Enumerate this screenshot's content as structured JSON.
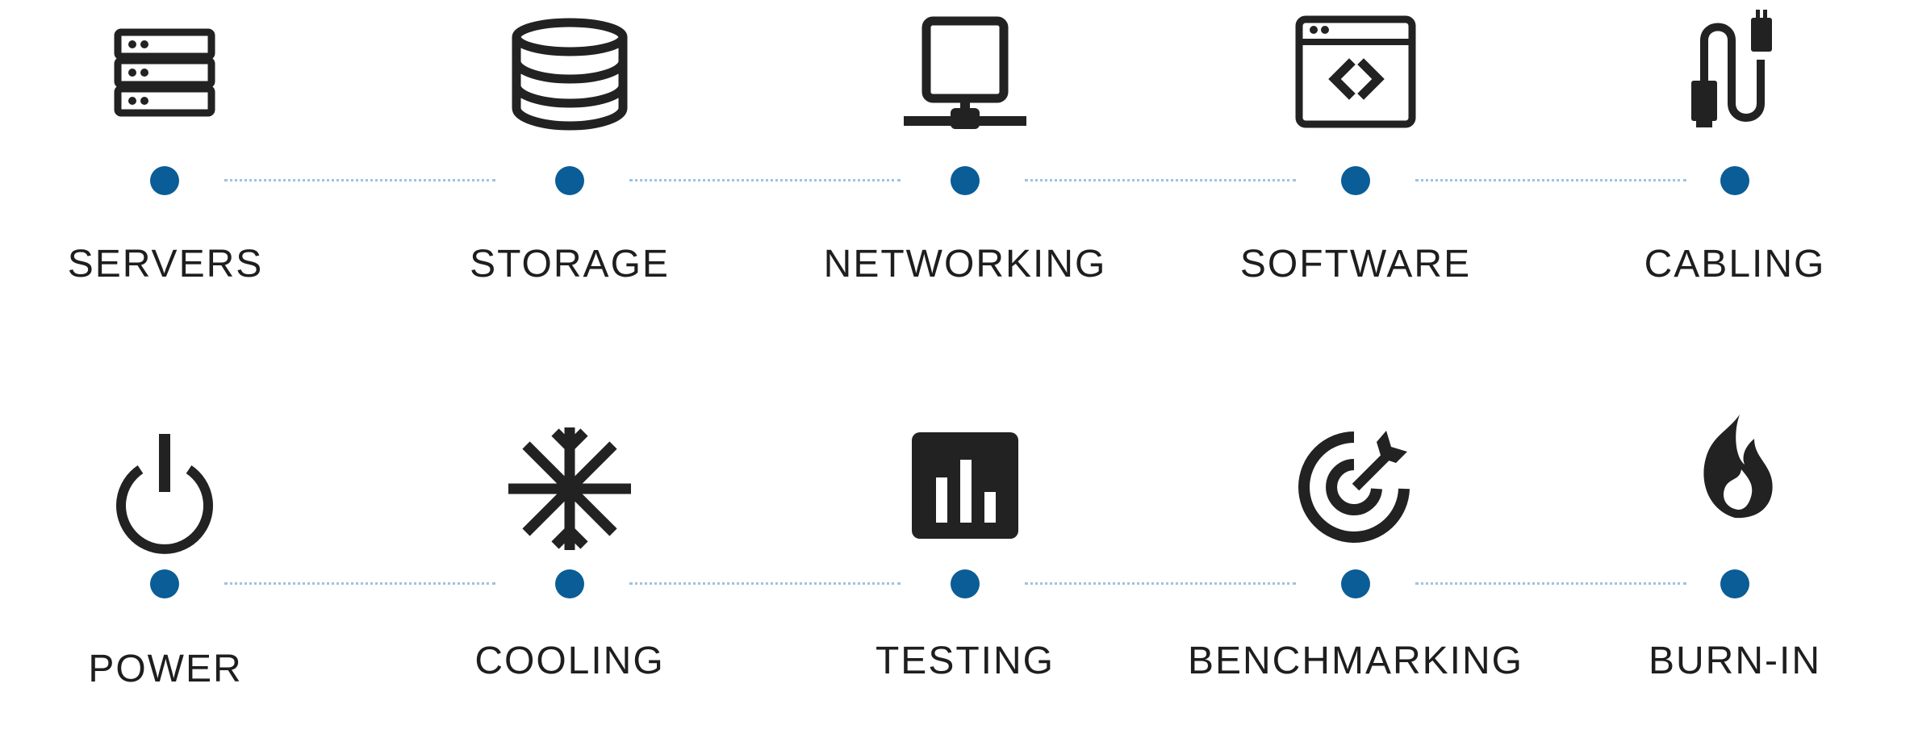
{
  "colors": {
    "dot": "#0a5d96",
    "connector": "#9cc3e0",
    "icon": "#222222",
    "label": "#1e1e1e"
  },
  "rows": [
    {
      "items": [
        {
          "label": "SERVERS",
          "icon": "server-icon"
        },
        {
          "label": "STORAGE",
          "icon": "database-icon"
        },
        {
          "label": "NETWORKING",
          "icon": "network-icon"
        },
        {
          "label": "SOFTWARE",
          "icon": "code-window-icon"
        },
        {
          "label": "CABLING",
          "icon": "cable-icon"
        }
      ]
    },
    {
      "items": [
        {
          "label": "POWER",
          "icon": "power-icon"
        },
        {
          "label": "COOLING",
          "icon": "snowflake-icon"
        },
        {
          "label": "TESTING",
          "icon": "bar-chart-icon"
        },
        {
          "label": "BENCHMARKING",
          "icon": "target-icon"
        },
        {
          "label": "BURN-IN",
          "icon": "flame-icon"
        }
      ]
    }
  ]
}
